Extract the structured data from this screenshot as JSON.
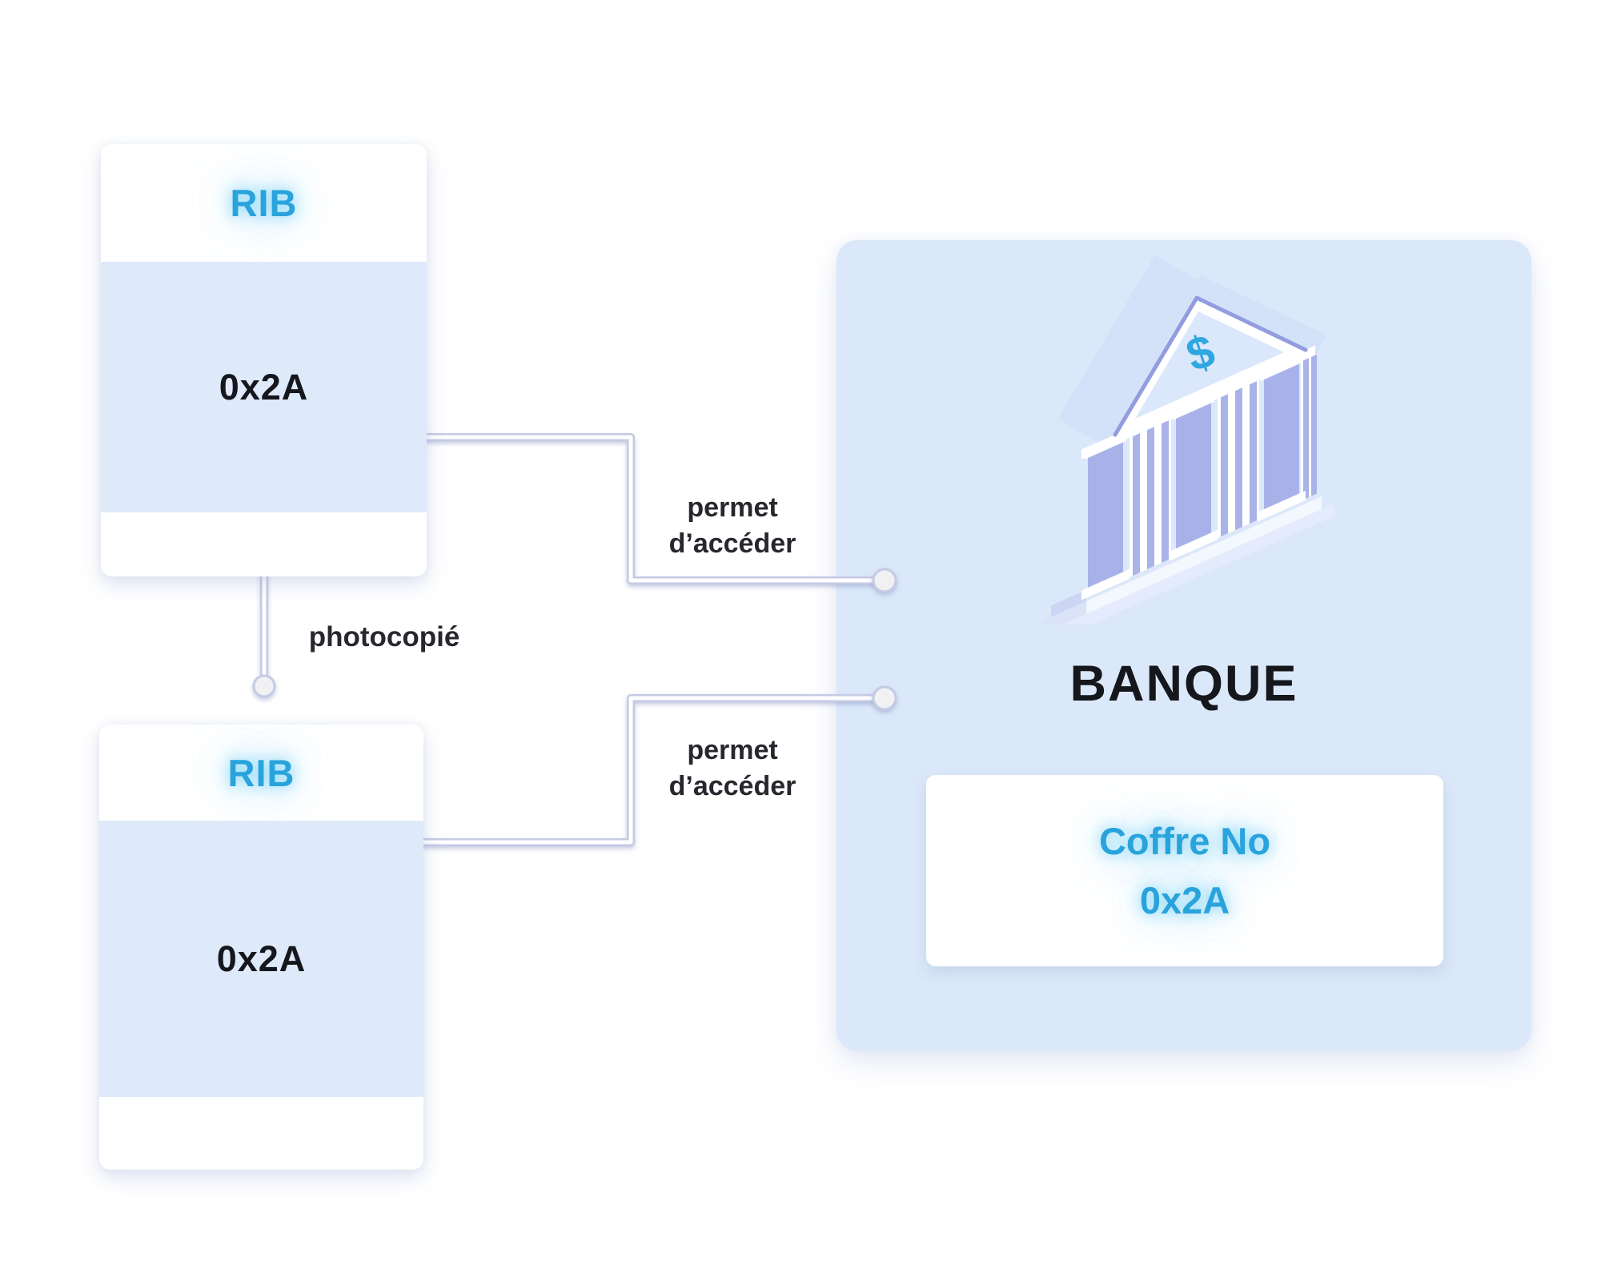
{
  "rib_card_top": {
    "title": "RIB",
    "number": "0x2A"
  },
  "rib_card_bottom": {
    "title": "RIB",
    "number": "0x2A"
  },
  "connector_labels": {
    "photocopy": "photocopié",
    "access_top_line1": "permet",
    "access_top_line2": "d’accéder",
    "access_bottom_line1": "permet",
    "access_bottom_line2": "d’accéder"
  },
  "bank": {
    "name": "BANQUE",
    "dollar_sign": "$",
    "vault_line1": "Coffre No",
    "vault_line2": "0x2A"
  },
  "colors": {
    "accent_blue": "#29a3dc",
    "card_body_blue": "#dee9f9",
    "panel_blue": "#dbe8f9",
    "connector_edge": "#c5cae4",
    "node_fill": "#f1f1f4",
    "label_dark": "#26282e"
  }
}
